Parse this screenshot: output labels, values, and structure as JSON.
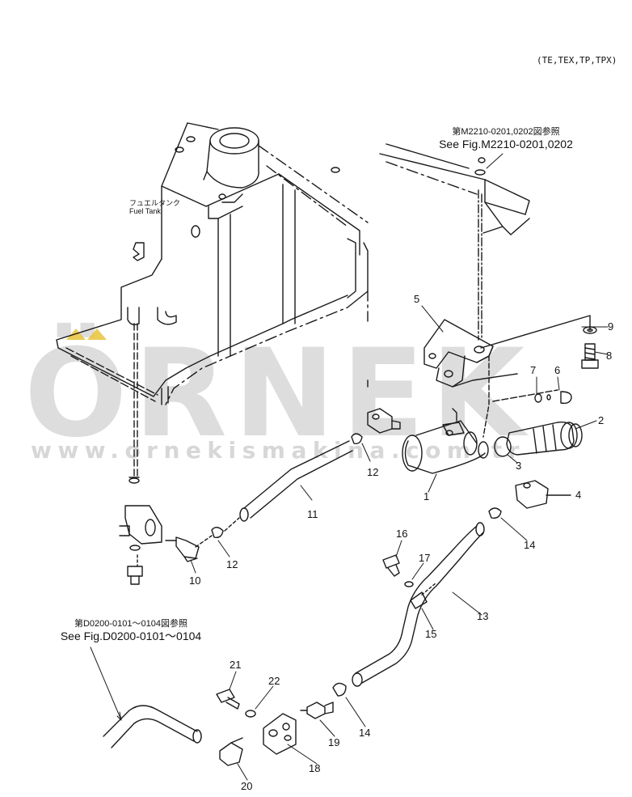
{
  "header": {
    "model_code": "(TE,TEX,TP,TPX)"
  },
  "references": {
    "top": {
      "jp": "第M2210-0201,0202図参照",
      "en": "See Fig.M2210-0201,0202"
    },
    "bottom": {
      "jp": "第D0200-0101～0104図参照",
      "en": "See Fig.D0200-0101～0104"
    }
  },
  "fuel_tank": {
    "jp": "フュエルタンク",
    "en": "Fuel Tank"
  },
  "watermark": {
    "word": "ÖRNEK",
    "url": "www.ornekismakina.com.tr"
  },
  "part_numbers": [
    "1",
    "2",
    "3",
    "4",
    "5",
    "6",
    "7",
    "8",
    "9",
    "10",
    "11",
    "12",
    "12",
    "13",
    "14",
    "14",
    "15",
    "16",
    "17",
    "18",
    "19",
    "20",
    "21",
    "22"
  ],
  "colors": {
    "line": "#1a1a1a",
    "watermark": "#9a9a9a",
    "accent": "#e8c33a"
  }
}
